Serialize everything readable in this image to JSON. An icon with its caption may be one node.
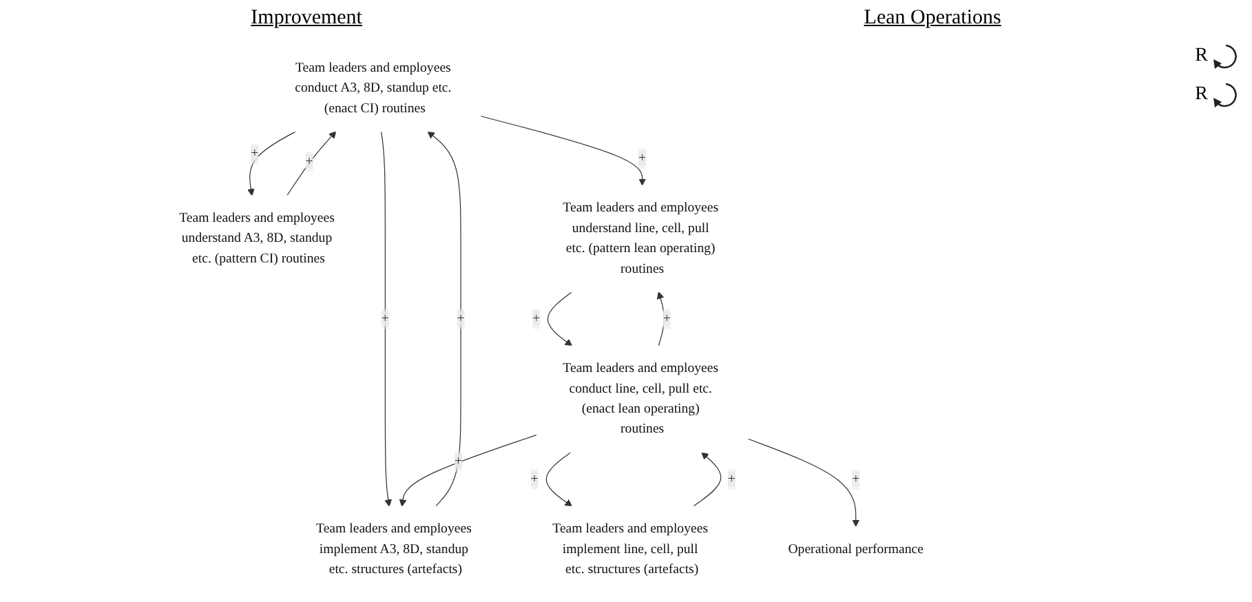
{
  "diagram": {
    "nodes": [
      {
        "text": [
          "Team leaders and employees conduct A3, 8D, standup etc. (enact CI) routines"
        ]
      },
      {
        "text": [
          "Team leaders and employees understand A3, 8D, standup etc. (pattern CI) routines"
        ]
      },
      {
        "text": [
          "Team leaders and employees implement A3, 8D, standup etc. structures (artefacts)"
        ]
      },
      {
        "text": [
          "Team leaders and employees understand line, cell, pull etc. (pattern lean operating) routines"
        ]
      },
      {
        "text": [
          "Team leaders and employees implement line, cell, pull etc. structures (artefacts)"
        ]
      },
      {
        "text": [
          "Team leaders and employees conduct line, cell, pull etc. (enact lean operating) routines"
        ]
      },
      {
        "text": [
          "Operational performance"
        ]
      }
    ],
    "edges": [
      {
        "from": 0,
        "to": 1,
        "arrow": "to",
        "label": "+"
      },
      {
        "from": 1,
        "to": 0,
        "arrow": "to",
        "label": "+"
      },
      {
        "from": 2,
        "to": 0,
        "arrow": "to",
        "label": "+"
      },
      {
        "from": 0,
        "to": 2,
        "arrow": "to",
        "label": "+"
      },
      {
        "from": 0,
        "to": 3,
        "arrow": "to",
        "label": "+"
      },
      {
        "from": 5,
        "to": 3,
        "arrow": "to",
        "label": "+"
      },
      {
        "from": 4,
        "to": 5,
        "arrow": "to",
        "label": "+"
      },
      {
        "from": 5,
        "to": 4,
        "arrow": "to",
        "label": "+"
      },
      {
        "from": 3,
        "to": 5,
        "arrow": "to",
        "label": "+"
      },
      {
        "from": 5,
        "to": 2,
        "arrow": "to",
        "label": "+"
      },
      {
        "from": 5,
        "to": 6,
        "arrow": "to",
        "label": "+"
      }
    ],
    "labels": [
      "Improvement",
      "Lean Operations",
      "R",
      "R"
    ]
  }
}
